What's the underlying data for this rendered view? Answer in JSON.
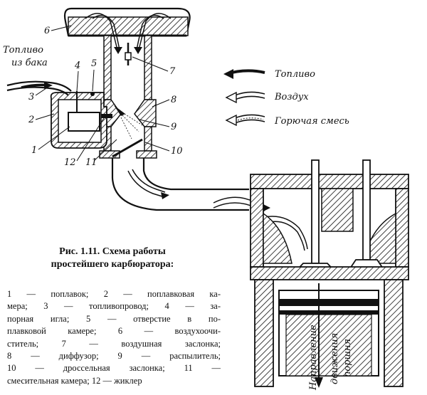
{
  "labels": {
    "fuel_from_tank_l1": "Топливо",
    "fuel_from_tank_l2": "из бака",
    "n1": "1",
    "n2": "2",
    "n3": "3",
    "n4": "4",
    "n5": "5",
    "n6": "6",
    "n7": "7",
    "n8": "8",
    "n9": "9",
    "n10": "10",
    "n11": "11",
    "n12": "12",
    "piston_direction": [
      "Направление",
      "движения",
      "поршня"
    ]
  },
  "legend": {
    "fuel": "Топливо",
    "air": "Воздух",
    "mixture": "Горючая смесь"
  },
  "caption": {
    "line1": "Рис. 1.11. Схема работы",
    "line2": "простейшего карбюратора:"
  },
  "description_lines": [
    "1 — поплавок; 2 — поплавковая ка-",
    "мера; 3 — топливопровод; 4 — за-",
    "порная игла; 5 — отверстие в по-",
    "плавковой камере; 6 — воздухоочи-",
    "ститель; 7 — воздушная заслонка;",
    "8 — диффузор; 9 — распылитель;",
    "10 — дроссельная заслонка; 11 —",
    "смесительная камера; 12 — жиклер"
  ]
}
